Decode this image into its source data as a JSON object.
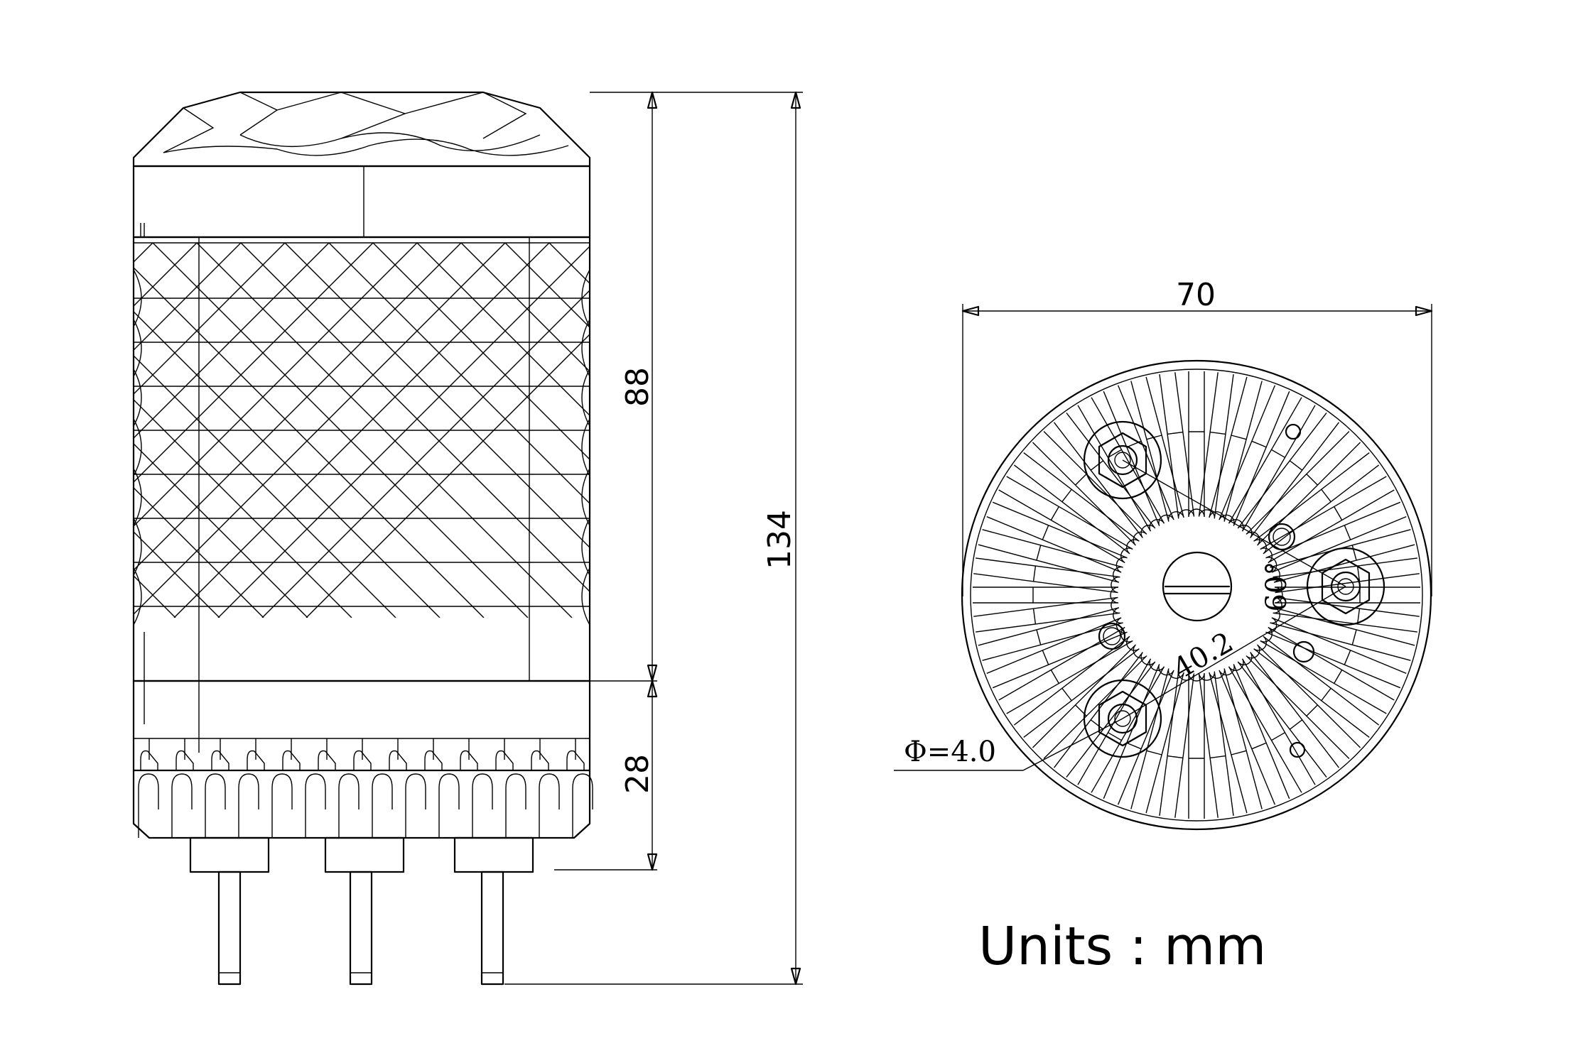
{
  "side_view": {
    "dimensions": {
      "total_height": "134",
      "body_height": "88",
      "base_height": "28"
    }
  },
  "end_view": {
    "dimensions": {
      "diameter": "70",
      "hole_spacing": "40.2",
      "angle": "60°",
      "hole_diameter": "Φ=4.0"
    }
  },
  "units_note": "Units : mm"
}
